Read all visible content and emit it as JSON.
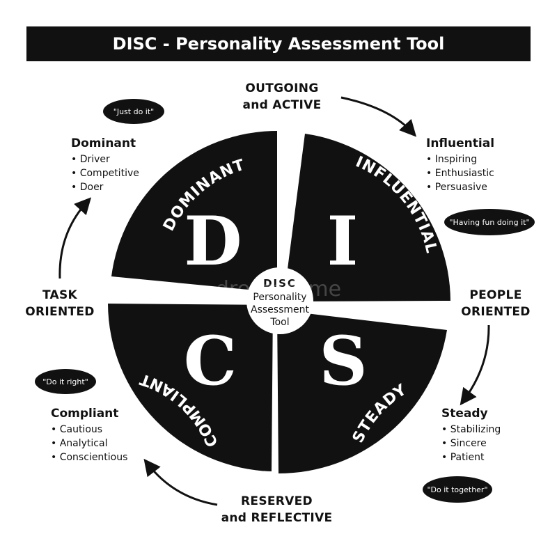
{
  "title": "DISC - Personality Assessment Tool",
  "axes": {
    "top": [
      "OUTGOING",
      "and ACTIVE"
    ],
    "right": [
      "PEOPLE",
      "ORIENTED"
    ],
    "bottom": [
      "RESERVED",
      "and REFLECTIVE"
    ],
    "left": [
      "TASK",
      "ORIENTED"
    ]
  },
  "quadrants": [
    {
      "letter": "D",
      "label": "DOMINANT",
      "name": "Dominant",
      "traits": [
        "Driver",
        "Competitive",
        "Doer"
      ],
      "motto": "\"Just do it\""
    },
    {
      "letter": "I",
      "label": "INFLUENTIAL",
      "name": "Influential",
      "traits": [
        "Inspiring",
        "Enthusiastic",
        "Persuasive"
      ],
      "motto": "\"Having fun doing it\""
    },
    {
      "letter": "S",
      "label": "STEADY",
      "name": "Steady",
      "traits": [
        "Stabilizing",
        "Sincere",
        "Patient"
      ],
      "motto": "\"Do it together\""
    },
    {
      "letter": "C",
      "label": "COMPLIANT",
      "name": "Compliant",
      "traits": [
        "Cautious",
        "Analytical",
        "Conscientious"
      ],
      "motto": "\"Do it right\""
    }
  ],
  "center": {
    "title": "DISC",
    "lines": [
      "Personality",
      "Assessment",
      "Tool"
    ]
  },
  "watermark": "dreamstime"
}
